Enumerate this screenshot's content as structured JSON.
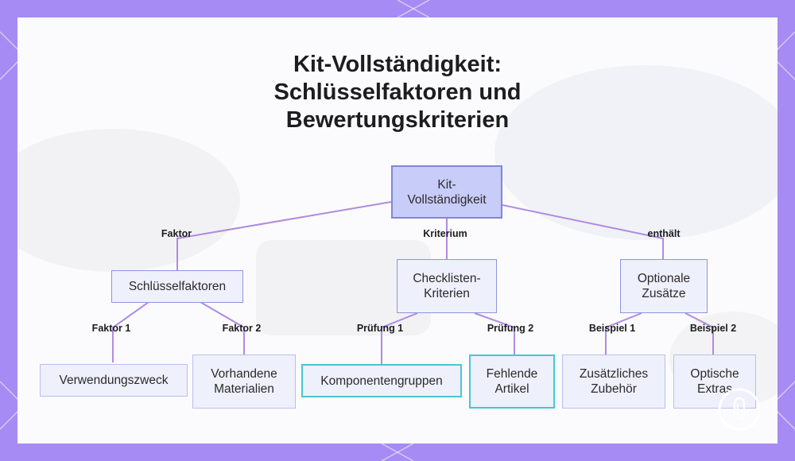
{
  "title": {
    "line1": "Kit-Vollständigkeit:",
    "line2": "Schlüsselfaktoren und",
    "line3": "Bewertungskriterien"
  },
  "colors": {
    "frame": "#a58bf3",
    "root_fill": "#c8ccf8",
    "node_fill": "#eef0fc",
    "node_border": "#8c96dd",
    "highlight_border": "#46c8d0",
    "edge": "#b08be0"
  },
  "nodes": {
    "root": "Kit-\nVollständigkeit",
    "factors": "Schlüsselfaktoren",
    "criteria": "Checklisten-\nKriterien",
    "extras": "Optionale\nZusätze",
    "purpose": "Verwendungszweck",
    "materials": "Vorhandene\nMaterialien",
    "component_groups": "Komponentengruppen",
    "missing_items": "Fehlende\nArtikel",
    "accessories": "Zusätzliches\nZubehör",
    "optical_extras": "Optische\nExtras"
  },
  "edge_labels": {
    "root_factors": "Faktor",
    "root_criteria": "Kriterium",
    "root_extras": "enthält",
    "factor1": "Faktor 1",
    "factor2": "Faktor 2",
    "check1": "Prüfung 1",
    "check2": "Prüfung 2",
    "example1": "Beispiel 1",
    "example2": "Beispiel 2"
  },
  "watermark_icon": "paperclip-circle-icon"
}
